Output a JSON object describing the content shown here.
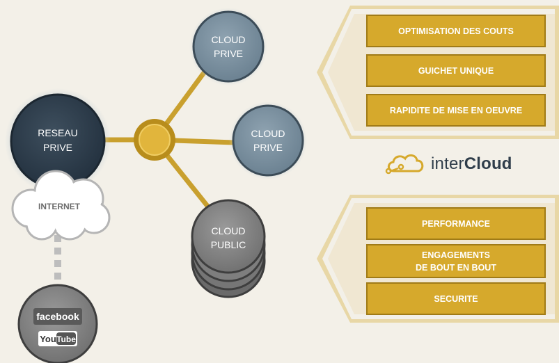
{
  "nodes": {
    "reseau_prive": {
      "line1": "RESEAU",
      "line2": "PRIVE"
    },
    "cloud_prive_top": {
      "line1": "CLOUD",
      "line2": "PRIVE"
    },
    "cloud_prive_mid": {
      "line1": "CLOUD",
      "line2": "PRIVE"
    },
    "cloud_public": {
      "line1": "CLOUD",
      "line2": "PUBLIC"
    },
    "internet": {
      "label": "INTERNET"
    }
  },
  "social": {
    "facebook": "facebook",
    "youtube_you": "You",
    "youtube_tube": "Tube"
  },
  "logo": {
    "text_light": "inter",
    "text_bold": "Cloud"
  },
  "top_benefits": [
    "OPTIMISATION DES COUTS",
    "GUICHET UNIQUE",
    "RAPIDITE DE MISE EN OEUVRE"
  ],
  "bottom_benefits": {
    "performance": "PERFORMANCE",
    "engagements_line1": "ENGAGEMENTS",
    "engagements_line2": "DE BOUT EN BOUT",
    "securite": "SECURITE"
  },
  "colors": {
    "gold": "#d6a92c",
    "gold_dark": "#b88d1c",
    "navy": "#2e3c48",
    "steel": "#7e93a2",
    "grey": "#838383",
    "background": "#f3f0e8"
  }
}
